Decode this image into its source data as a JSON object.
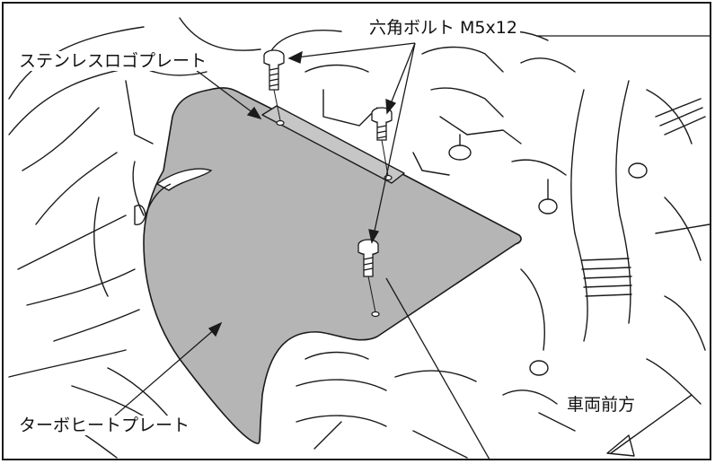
{
  "labels": {
    "hex_bolt": "六角ボルト M5x12",
    "stainless_logo_plate": "ステンレスロゴプレート",
    "turbo_heat_plate": "ターボヒートプレート",
    "vehicle_front": "車両前方"
  },
  "colors": {
    "plate_fill": "#b5b5b5",
    "line": "#1a1a1a",
    "background": "#ffffff"
  }
}
